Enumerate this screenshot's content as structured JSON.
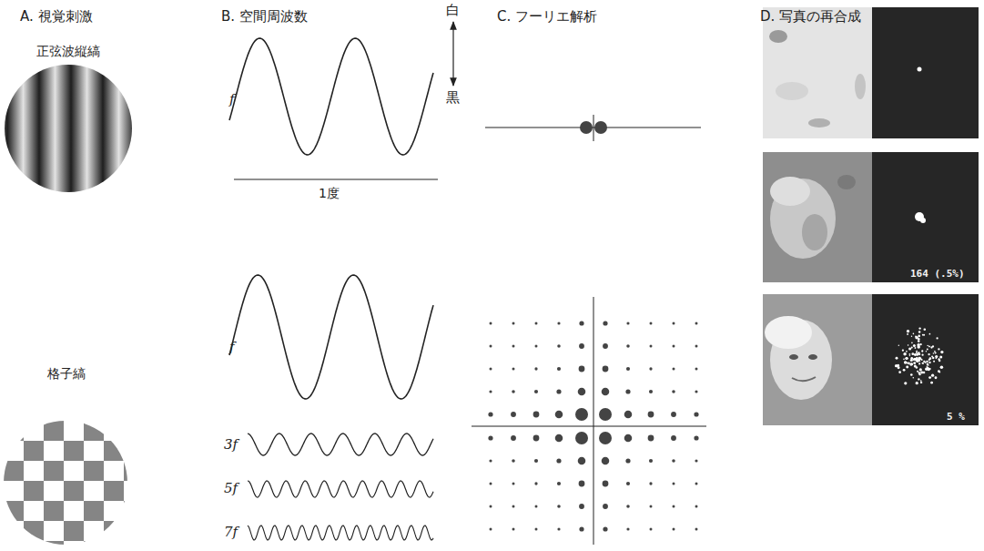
{
  "diagram": {
    "labels": [
      "A. 視覚刺激",
      "B. 空間周波数",
      "C. フーリエ解析",
      "D. 写真の再合成",
      "正弦波縦縞",
      "白",
      "f",
      "黒",
      "1度",
      "164 (.5%)",
      "格子縞",
      "f",
      "3f",
      "5f",
      "7f",
      "5 %"
    ]
  }
}
